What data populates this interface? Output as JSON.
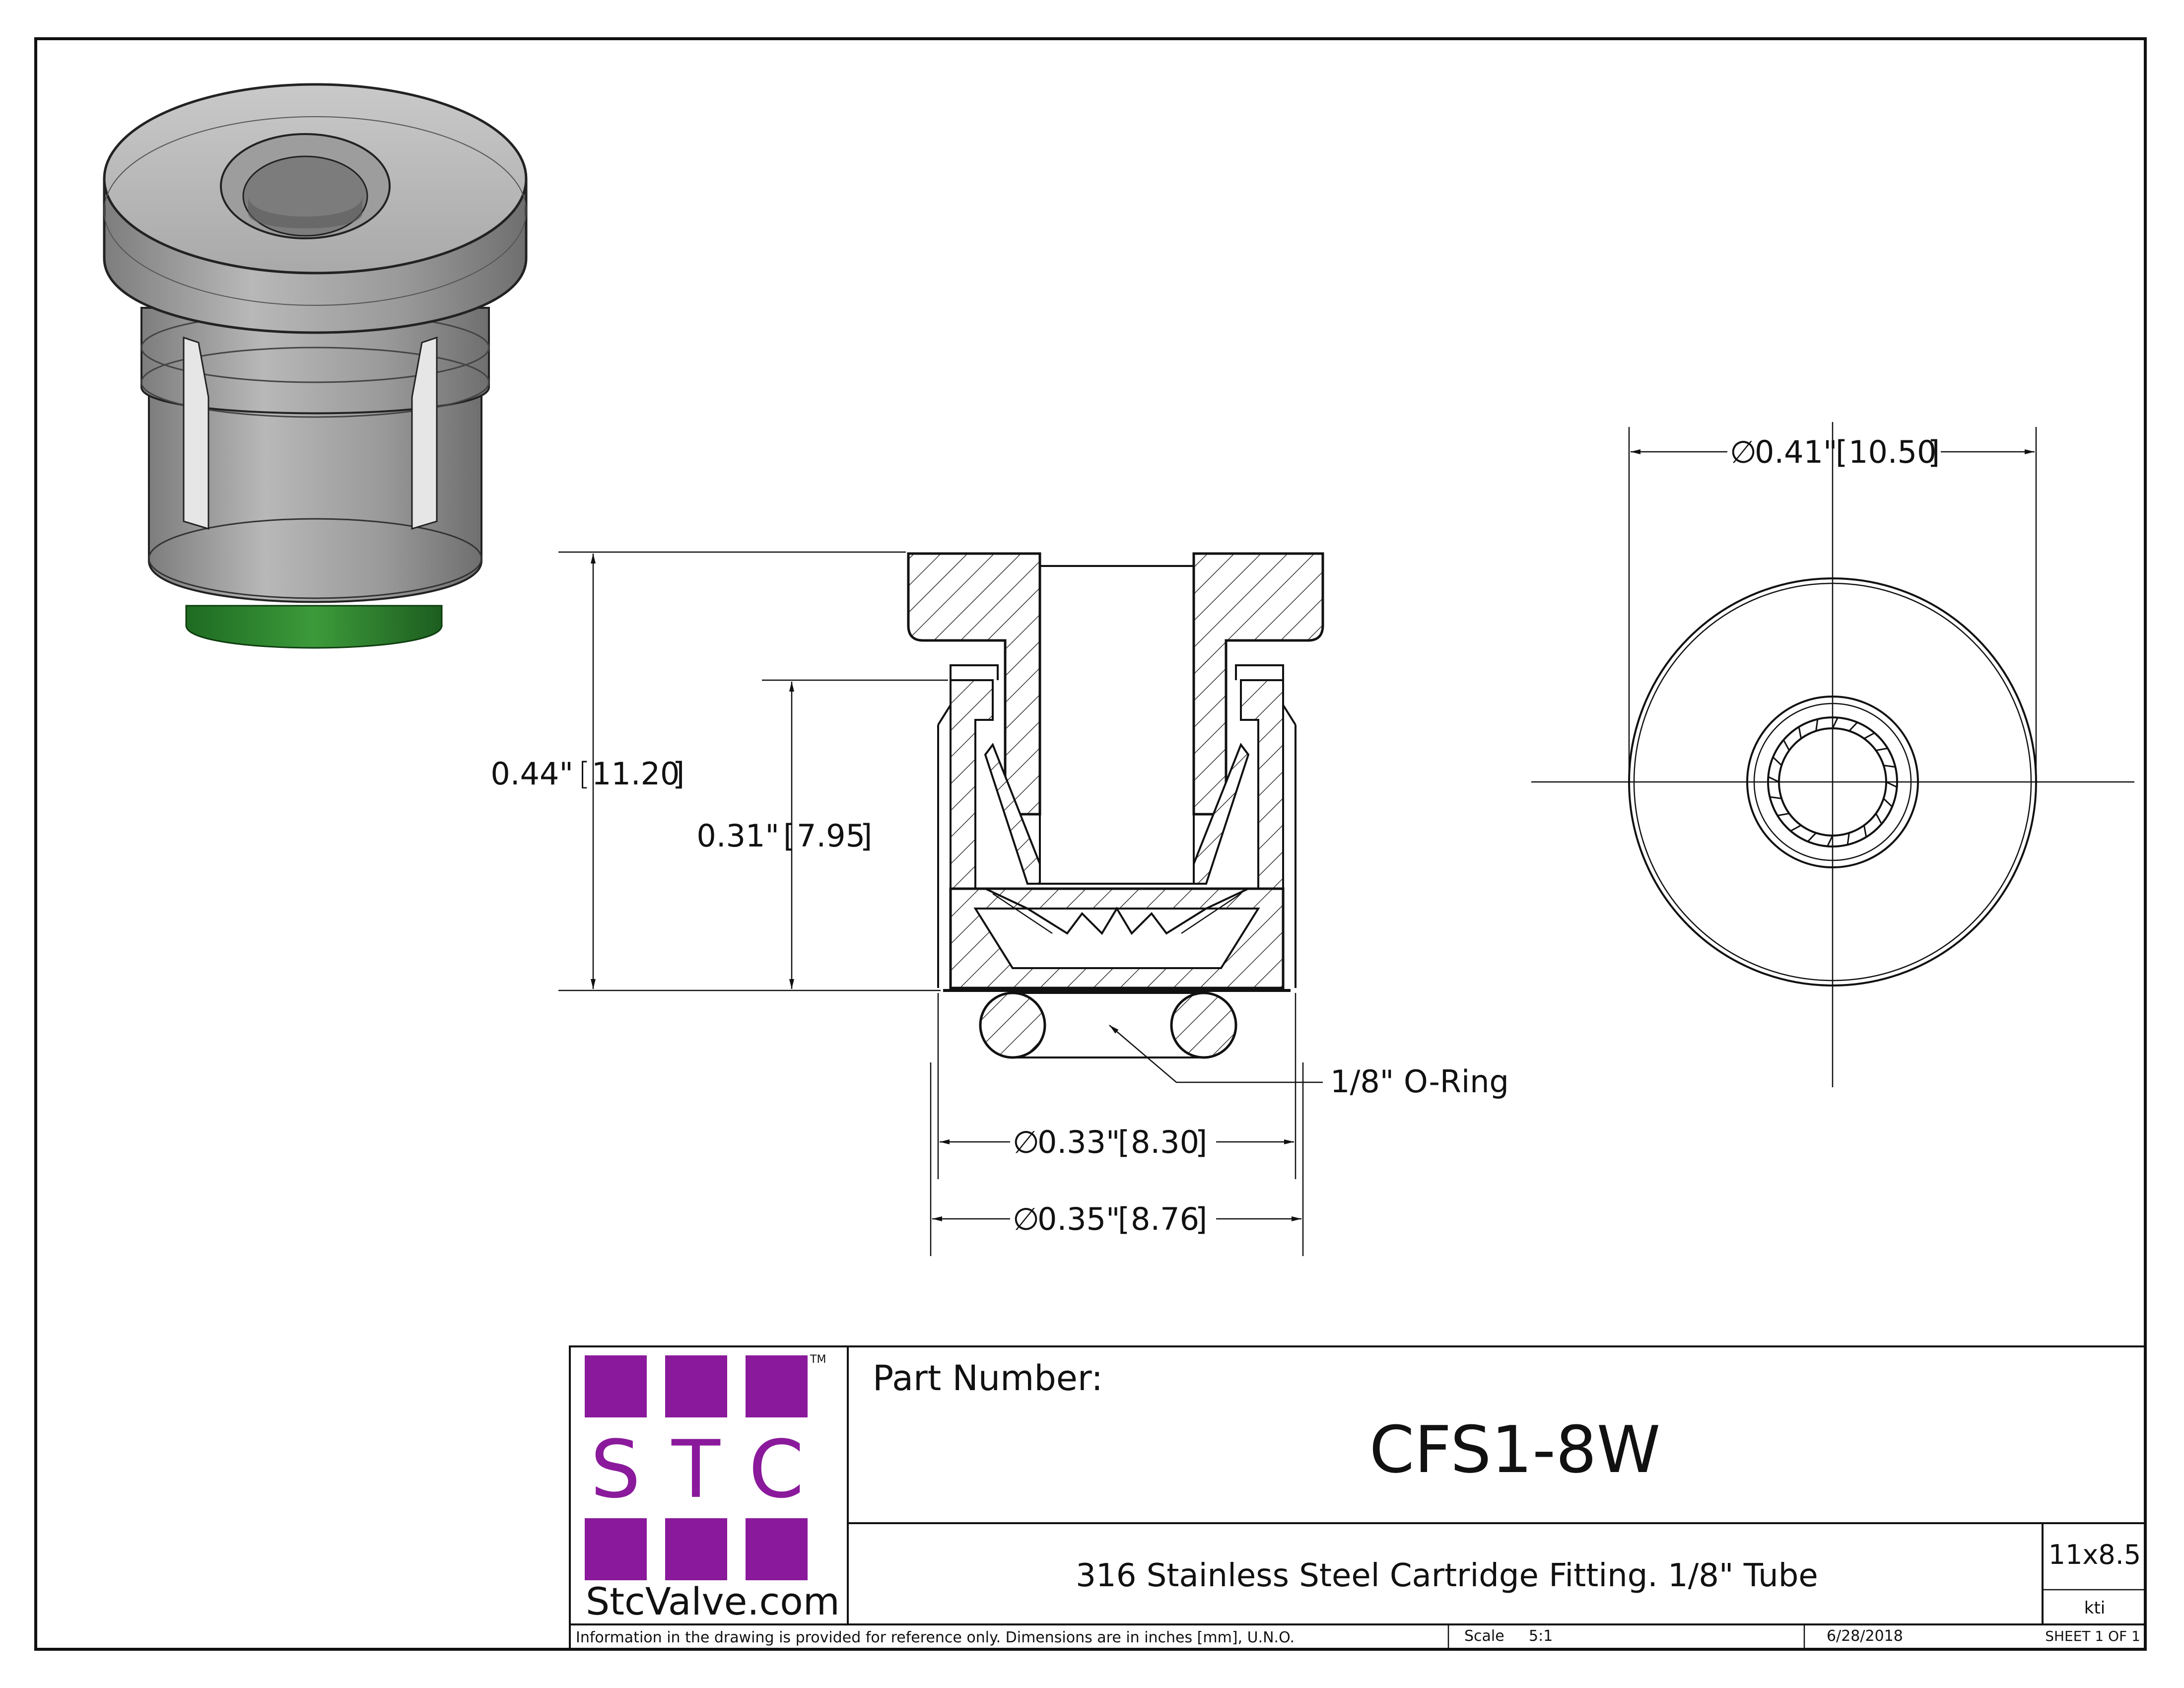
{
  "view_iso": {},
  "view_section": {
    "dim_overall_height": {
      "inch": "0.44\"",
      "mm": "11.20"
    },
    "dim_body_height": {
      "inch": "0.31\"",
      "mm": "7.95"
    },
    "dim_inner_dia": {
      "symbol": "∅",
      "inch": "0.33\"",
      "mm": "8.30"
    },
    "dim_outer_dia": {
      "symbol": "∅",
      "inch": "0.35\"",
      "mm": "8.76"
    },
    "callout_oring": "1/8\" O-Ring"
  },
  "view_end": {
    "dim_head_dia": {
      "symbol": "∅",
      "inch": "0.41\"",
      "mm": "10.50"
    }
  },
  "title_block": {
    "logo": {
      "letters": [
        "S",
        "T",
        "C"
      ],
      "tm": "TM",
      "website": "StcValve.com",
      "color": "#8a1a9b"
    },
    "part_number_label": "Part Number:",
    "part_number": "CFS1-8W",
    "description": "316 Stainless Steel Cartridge Fitting. 1/8\" Tube",
    "size": "11x8.5",
    "drawn_by": "kti",
    "disclaimer": "Information in the drawing is provided for reference only. Dimensions are in inches [mm], U.N.O.",
    "scale_label": "Scale",
    "scale_value": "5:1",
    "date": "6/28/2018",
    "sheet": "SHEET 1 OF 1"
  }
}
